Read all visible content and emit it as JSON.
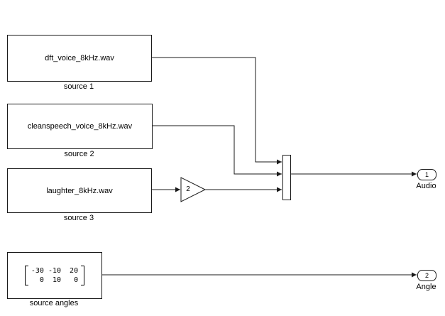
{
  "canvas": {
    "background": "#ffffff",
    "wire_color": "#1a1a1a"
  },
  "blocks": {
    "source1": {
      "label": "dft_voice_8kHz.wav",
      "caption": "source 1"
    },
    "source2": {
      "label": "cleanspeech_voice_8kHz.wav",
      "caption": "source 2"
    },
    "source3": {
      "label": "laughter_8kHz.wav",
      "caption": "source 3"
    },
    "gain": {
      "value": "2"
    },
    "source_angles": {
      "caption": "source angles",
      "matrix_row1": "-30 -10  20",
      "matrix_row2": "  0  10   0"
    },
    "outports": {
      "audio": {
        "number": "1",
        "caption": "Audio"
      },
      "angle": {
        "number": "2",
        "caption": "Angle"
      }
    }
  }
}
